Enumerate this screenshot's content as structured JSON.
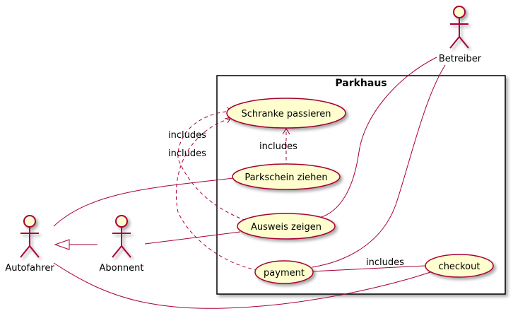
{
  "system": {
    "name": "Parkhaus"
  },
  "actors": {
    "autofahrer": "Autofahrer",
    "abonnent": "Abonnent",
    "betreiber": "Betreiber"
  },
  "use_cases": {
    "schranke": "Schranke passieren",
    "parkschein": "Parkschein ziehen",
    "ausweis": "Ausweis zeigen",
    "payment": "payment",
    "checkout": "checkout"
  },
  "relation_labels": {
    "parkschein_includes": "includes",
    "ausweis_includes": "includes",
    "payment_includes": "includes",
    "payment_checkout_includes": "includes"
  },
  "colors": {
    "line": "#A80036",
    "fill": "#FEFECE",
    "border": "#000000"
  }
}
